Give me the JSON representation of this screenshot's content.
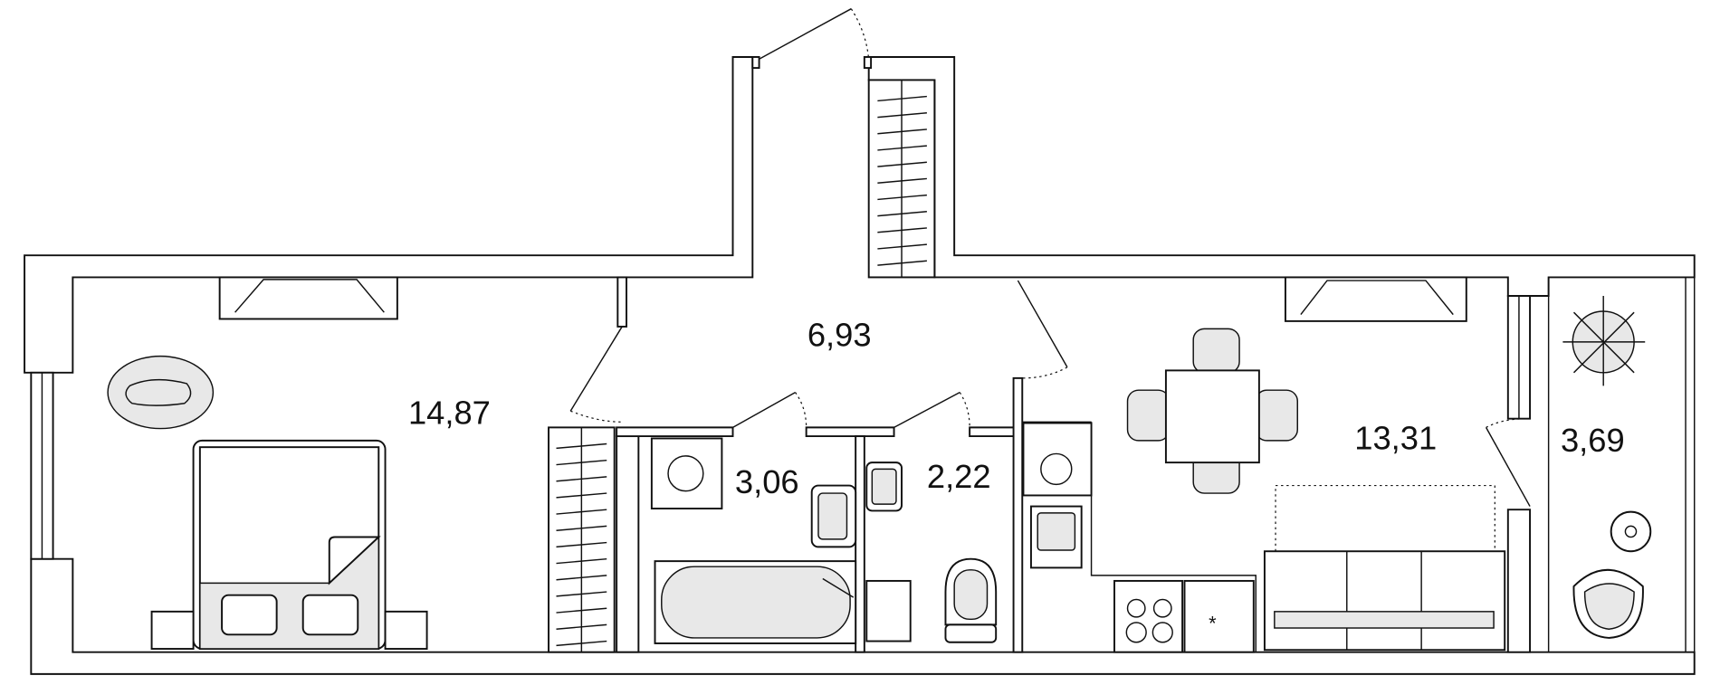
{
  "plan": {
    "rooms": [
      {
        "name": "bedroom",
        "area": "14,87"
      },
      {
        "name": "hallway",
        "area": "6,93"
      },
      {
        "name": "bathroom",
        "area": "3,06"
      },
      {
        "name": "toilet",
        "area": "2,22"
      },
      {
        "name": "kitchen-living",
        "area": "13,31"
      },
      {
        "name": "balcony",
        "area": "3,69"
      }
    ]
  }
}
